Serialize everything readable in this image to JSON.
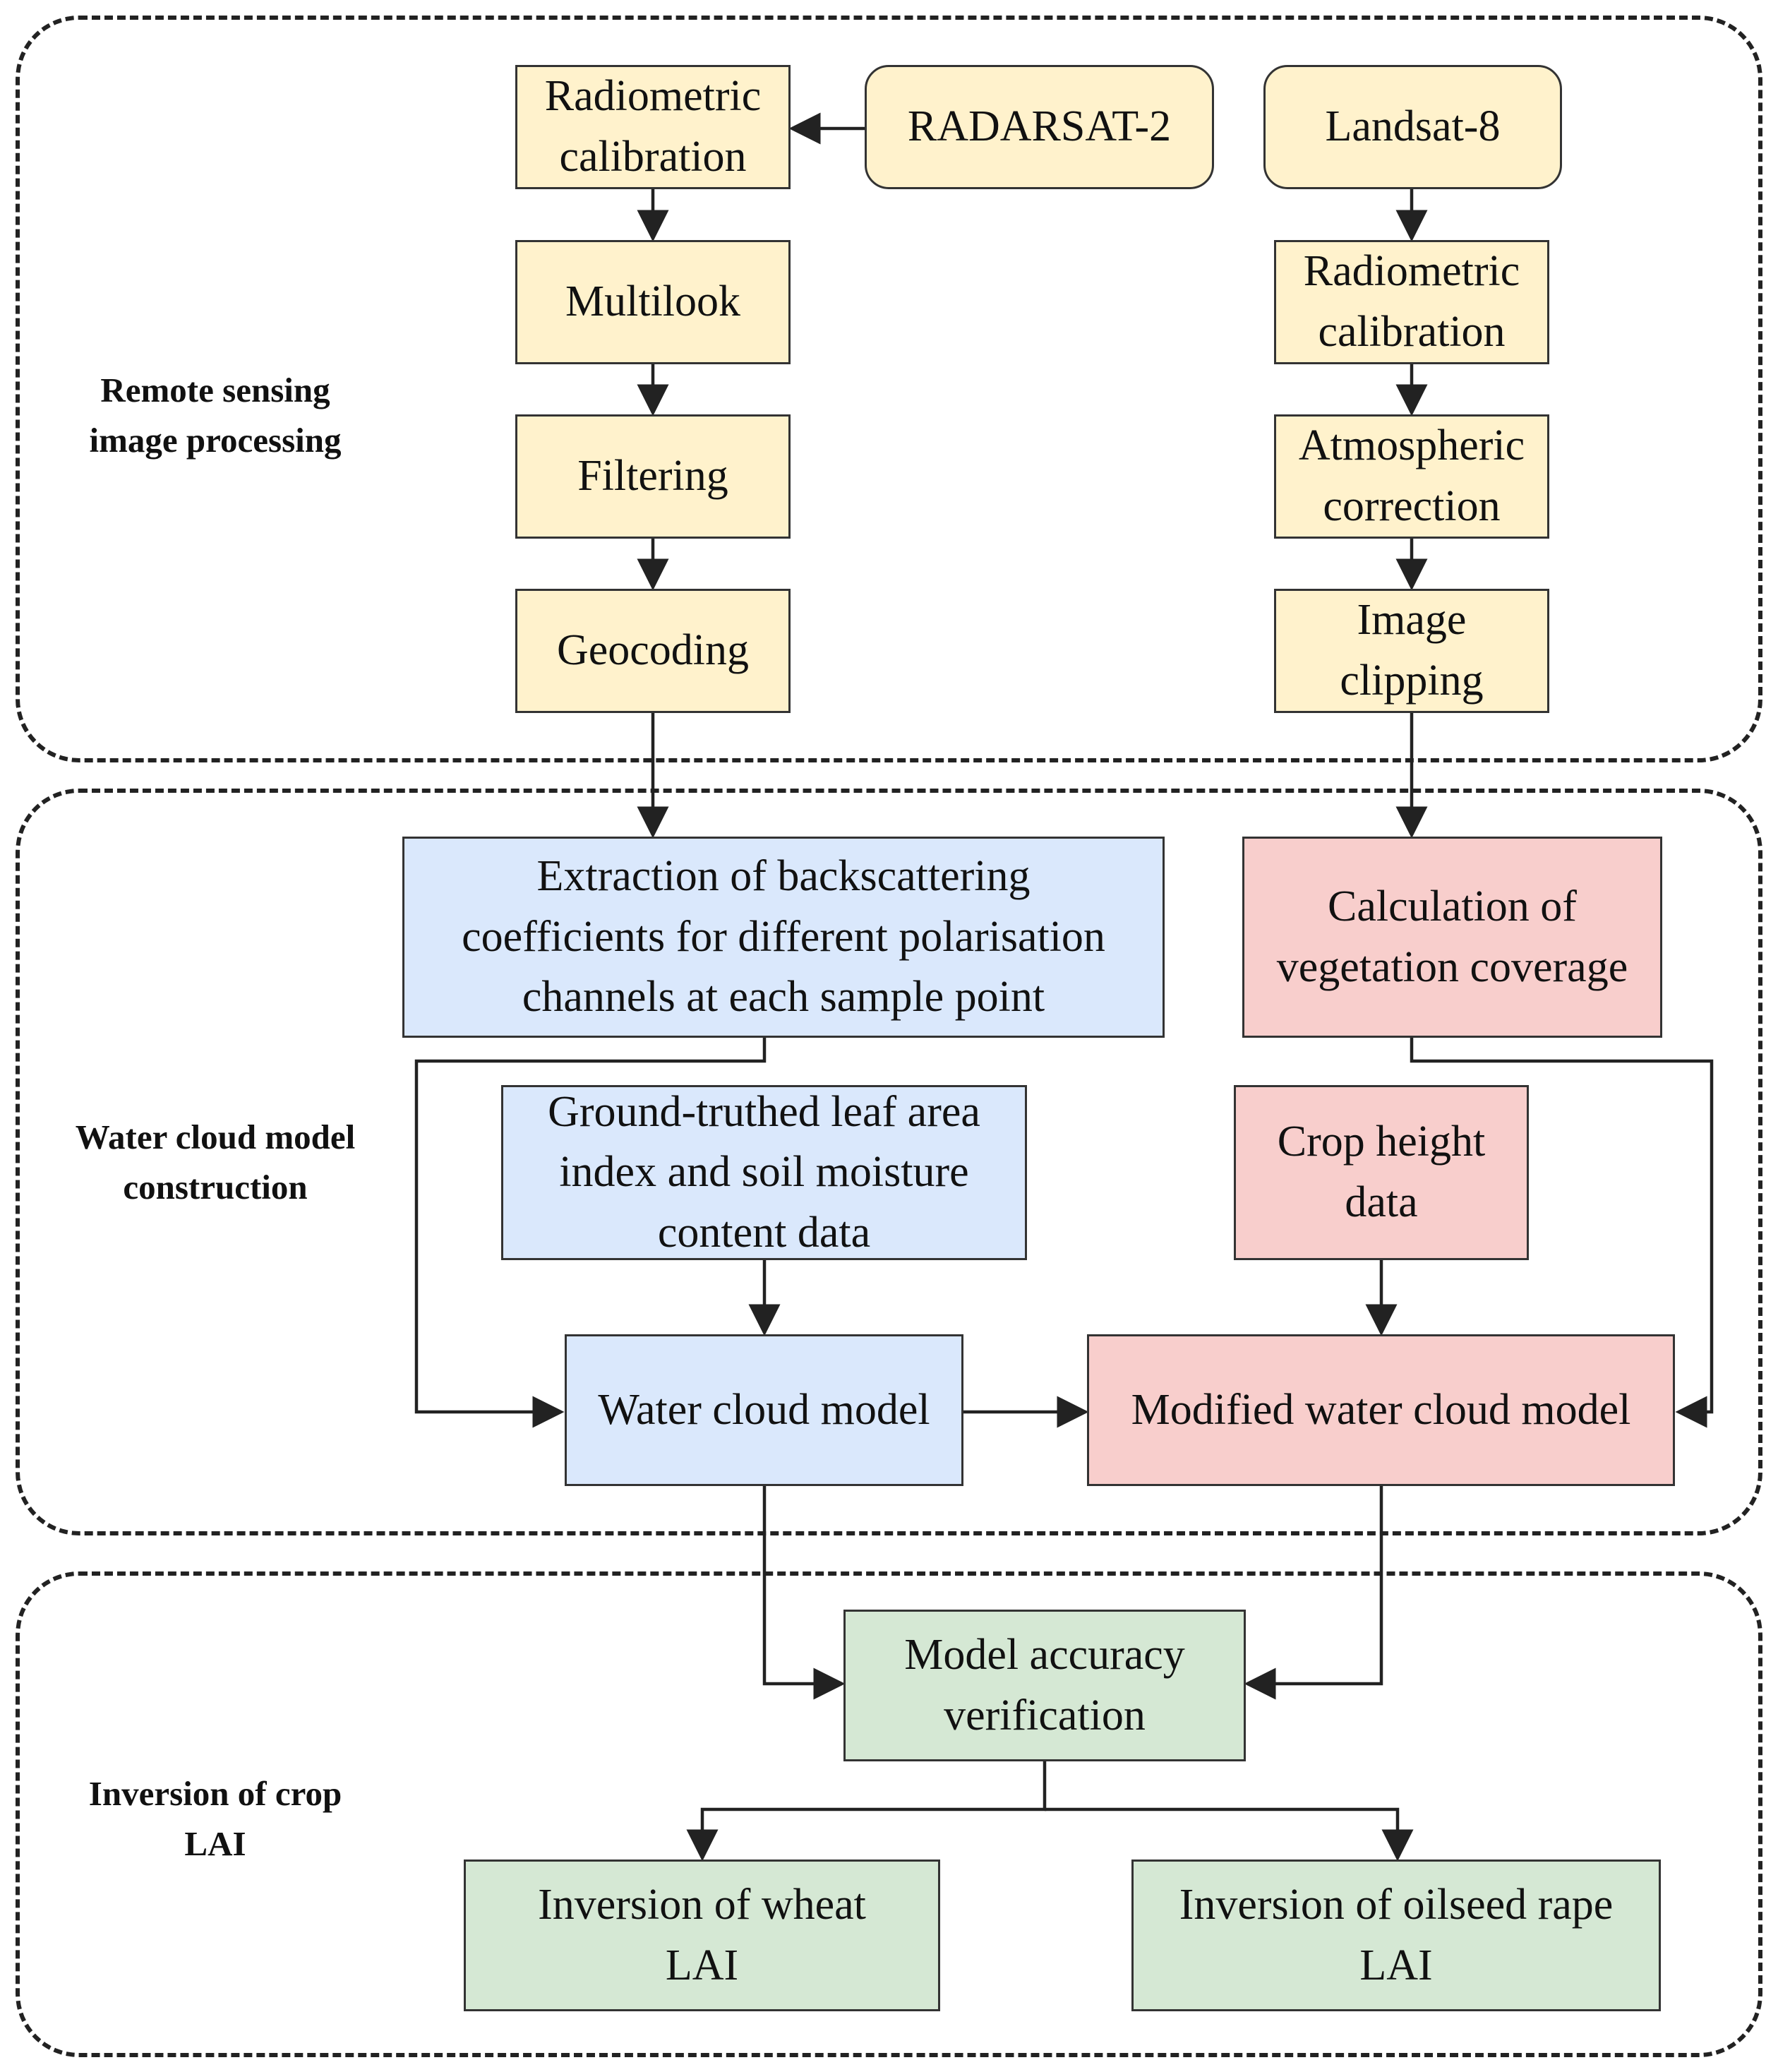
{
  "stages": {
    "remote_sensing": [
      "Remote sensing",
      "image processing"
    ],
    "water_cloud": [
      "Water cloud model",
      "construction"
    ],
    "inversion": [
      "Inversion of crop",
      "LAI"
    ]
  },
  "nodes": {
    "radarsat": [
      "RADARSAT-2"
    ],
    "landsat": [
      "Landsat-8"
    ],
    "radar_calibration": [
      "Radiometric",
      "calibration"
    ],
    "multilook": [
      "Multilook"
    ],
    "filtering": [
      "Filtering"
    ],
    "geocoding": [
      "Geocoding"
    ],
    "landsat_calibration": [
      "Radiometric",
      "calibration"
    ],
    "atmospheric_correction": [
      "Atmospheric",
      "correction"
    ],
    "image_clipping": [
      "Image",
      "clipping"
    ],
    "extraction": [
      "Extraction of backscattering",
      "coefficients for different polarisation",
      "channels at each sample point"
    ],
    "vegetation_coverage": [
      "Calculation of",
      "vegetation coverage"
    ],
    "ground_truth": [
      "Ground-truthed leaf area",
      "index and soil moisture",
      "content data"
    ],
    "crop_height": [
      "Crop height",
      "data"
    ],
    "water_cloud_model": [
      "Water cloud model"
    ],
    "modified_model": [
      "Modified water cloud model"
    ],
    "accuracy": [
      "Model accuracy",
      "verification"
    ],
    "wheat": [
      "Inversion of wheat",
      "LAI"
    ],
    "rape": [
      "Inversion of oilseed rape",
      "LAI"
    ]
  },
  "colors": {
    "sar_processing": "#fff2cc",
    "water_cloud_blue": "#dae8fc",
    "vegetation_pink": "#f8cecc",
    "inversion_green": "#d5e8d4",
    "line": "#222222"
  }
}
